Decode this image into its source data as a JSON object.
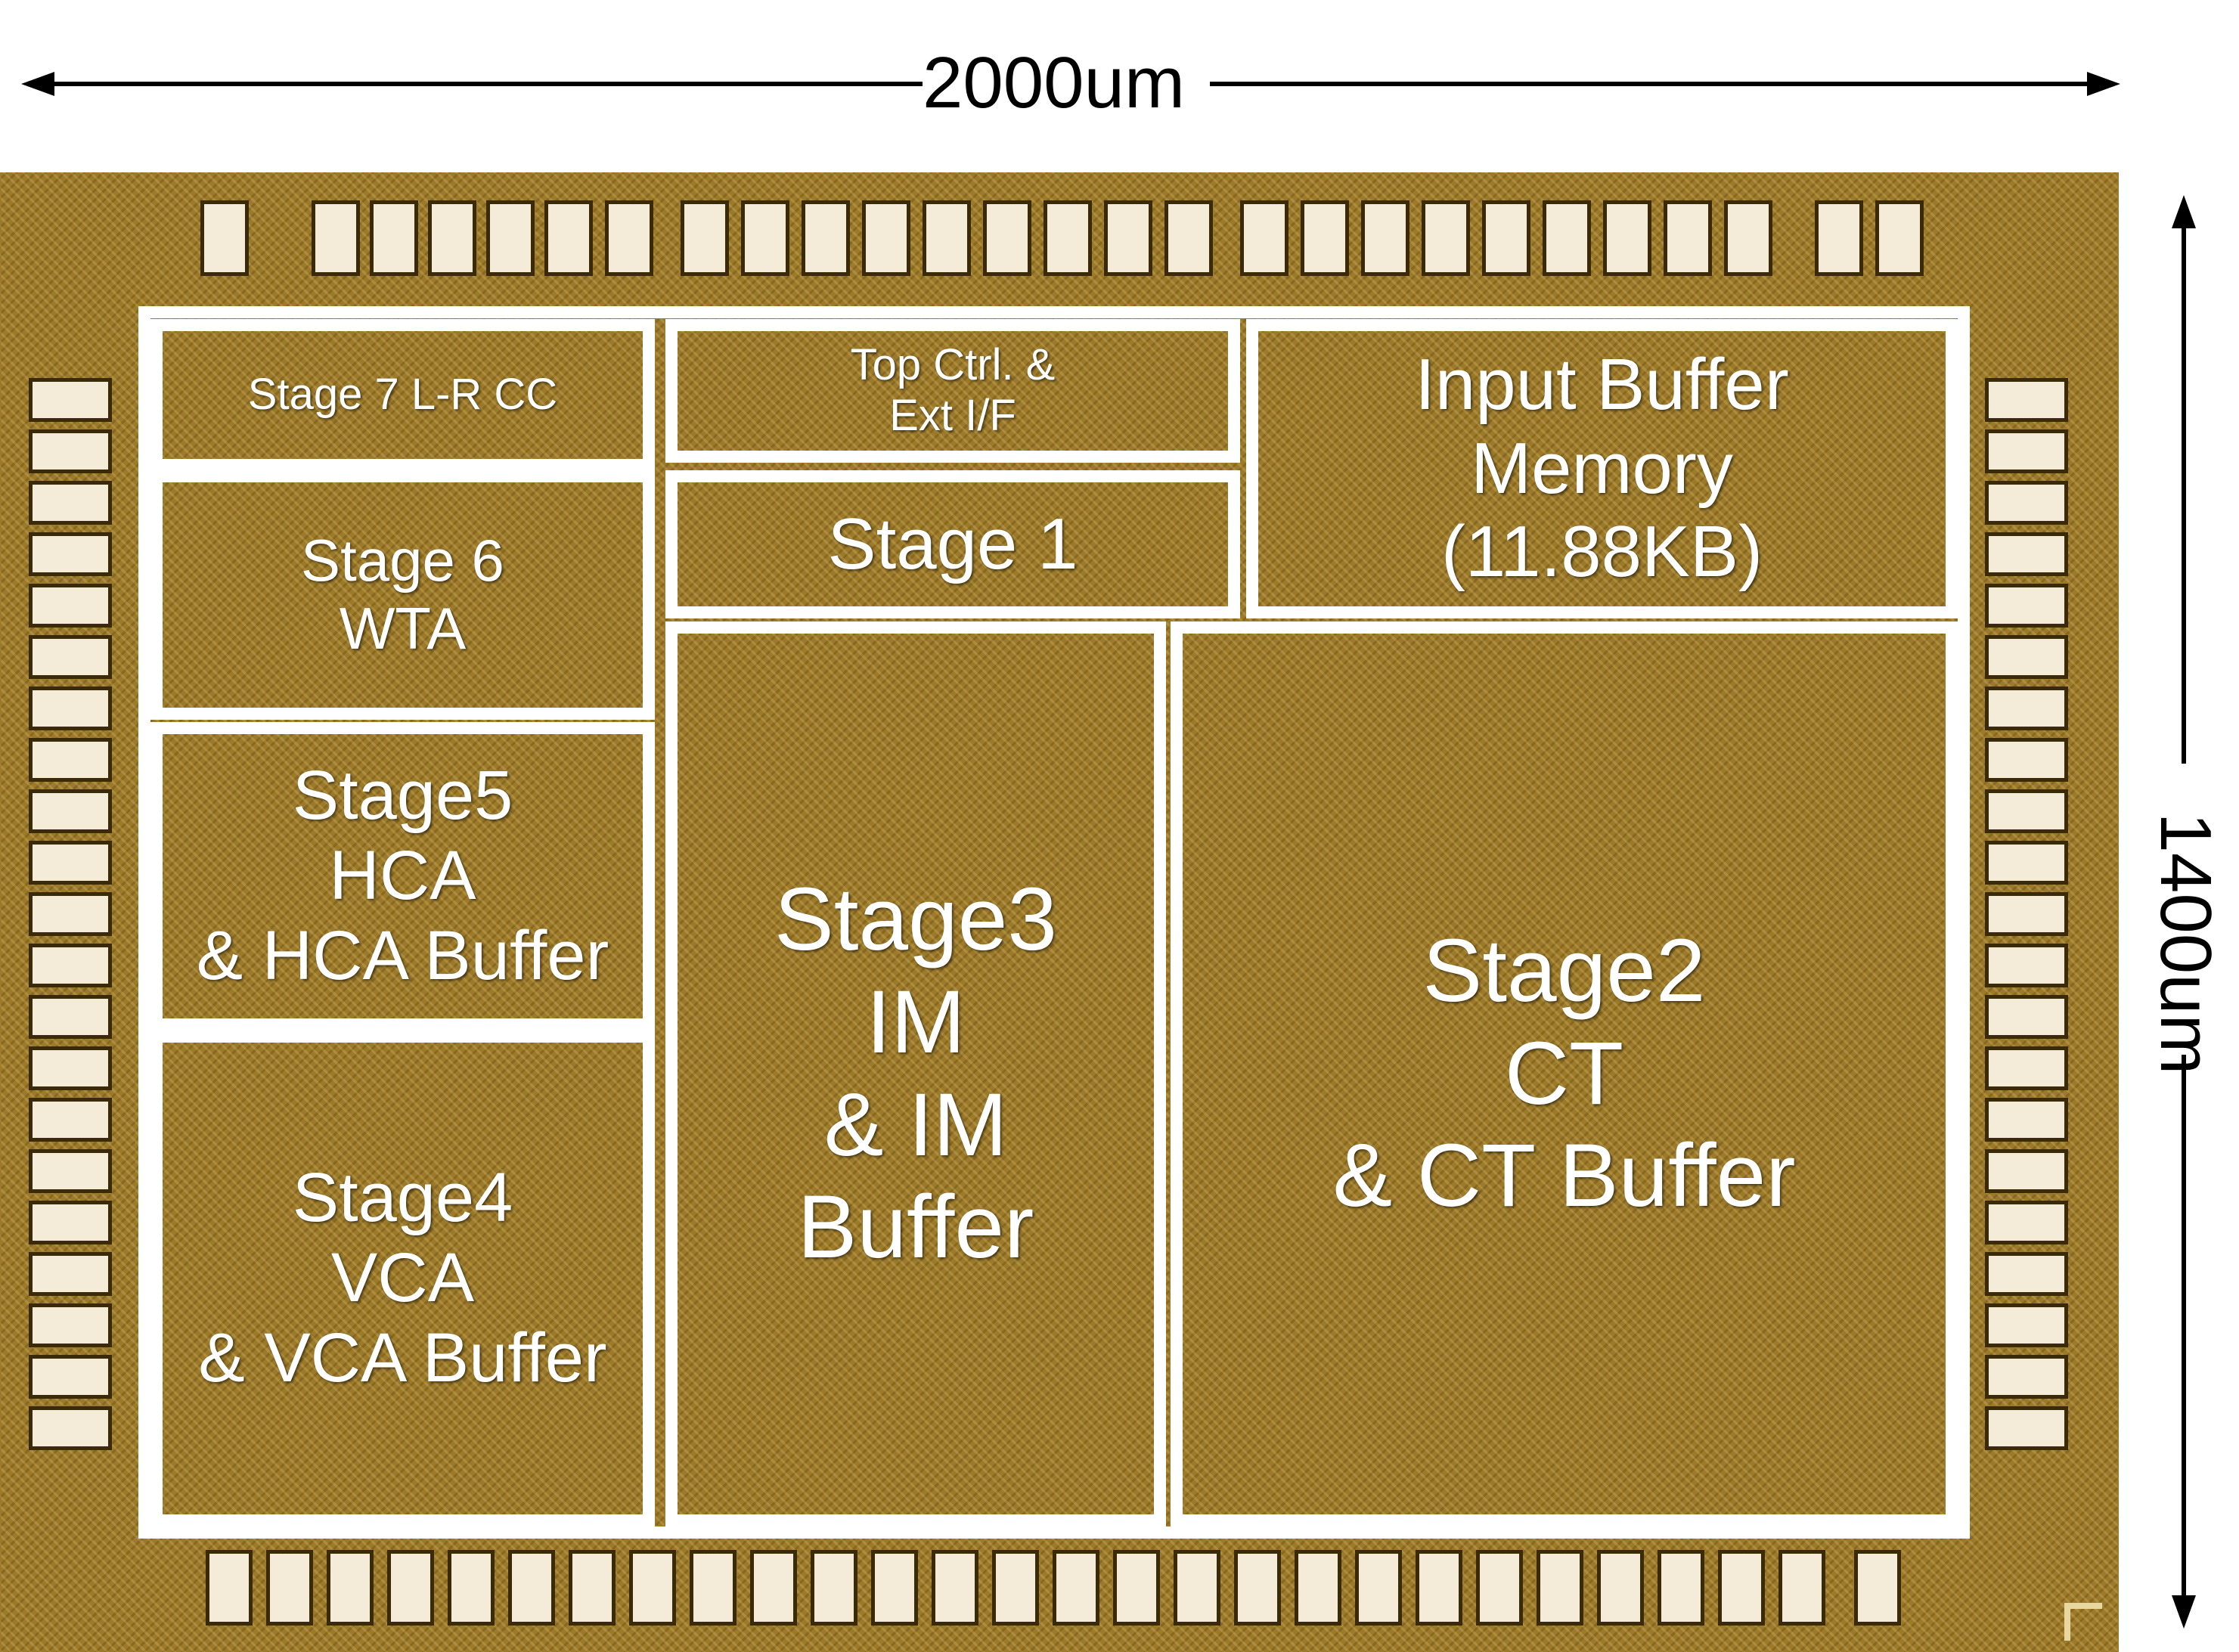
{
  "dimensions": {
    "width_label": "2000um",
    "height_label": "1400um"
  },
  "colors": {
    "die": "#9c7a2a",
    "outline": "#ffffff",
    "pad": "#f4ecd8"
  },
  "blocks": {
    "stage7": {
      "lines": [
        "Stage 7 L-R CC"
      ]
    },
    "top_ctrl": {
      "lines": [
        "Top Ctrl. &",
        "Ext I/F"
      ]
    },
    "input_buffer": {
      "lines": [
        "Input Buffer",
        "Memory",
        "(11.88KB)"
      ]
    },
    "stage6": {
      "lines": [
        "Stage 6",
        "WTA"
      ]
    },
    "stage1": {
      "lines": [
        "Stage 1"
      ]
    },
    "stage5": {
      "lines": [
        "Stage5",
        "HCA",
        "& HCA Buffer"
      ]
    },
    "stage3": {
      "lines": [
        "Stage3",
        "IM",
        "& IM",
        "Buffer"
      ]
    },
    "stage2": {
      "lines": [
        "Stage2",
        "CT",
        "& CT Buffer"
      ]
    },
    "stage4": {
      "lines": [
        "Stage4",
        "VCA",
        "& VCA Buffer"
      ]
    }
  }
}
